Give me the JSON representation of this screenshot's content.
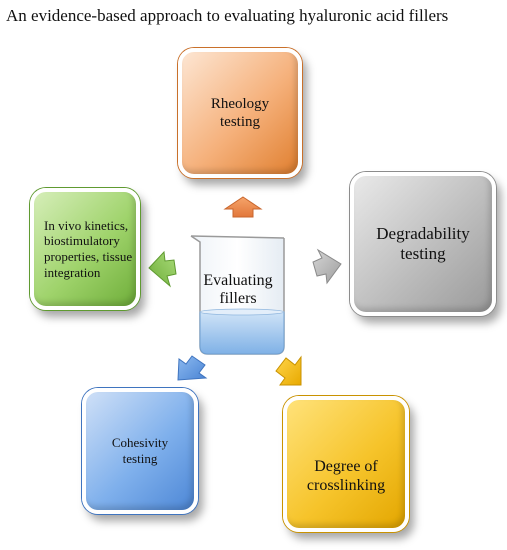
{
  "title": "An evidence-based approach to evaluating  hyaluronic  acid fillers",
  "center": {
    "label_line1": "Evaluating",
    "label_line2": "fillers"
  },
  "boxes": {
    "rheology": {
      "label": "Rheology testing",
      "color": "#f5b07a"
    },
    "degradability": {
      "label_line1": "Degradability",
      "label_line2": "testing",
      "color": "#bdbdbd"
    },
    "invivo": {
      "label_line1": "In vivo kinetics,",
      "label_line2": "biostimulatory",
      "label_line3": "properties, tissue",
      "label_line4": "integration",
      "color": "#9fd36b"
    },
    "cohesivity": {
      "label": "Cohesivity testing",
      "color": "#7fb0ec"
    },
    "crosslinking": {
      "label_line1": "Degree of",
      "label_line2": "crosslinking",
      "color": "#f6c42b"
    }
  }
}
